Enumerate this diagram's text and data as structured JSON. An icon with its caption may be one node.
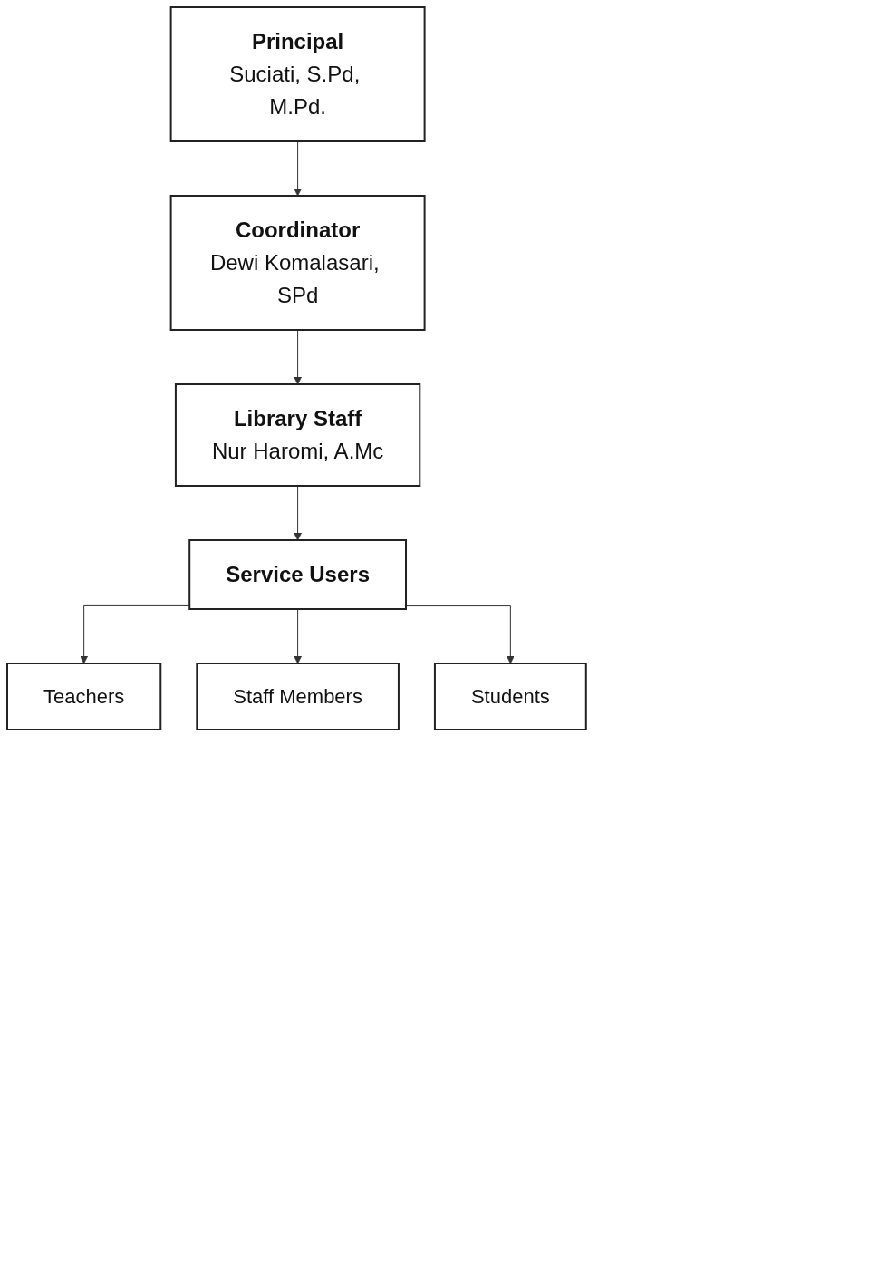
{
  "diagram": {
    "nodes": [
      {
        "text": [
          "Principal",
          "Suciati, S.Pd, M.Pd."
        ]
      },
      {
        "text": [
          "Coordinator",
          "Dewi Komalasari, SPd"
        ]
      },
      {
        "text": [
          "Library Staff",
          "Nur Haromi, A.Mc"
        ]
      },
      {
        "text": [
          "Service Users"
        ]
      },
      {
        "text": [
          "Teachers"
        ]
      },
      {
        "text": [
          "Staff Members"
        ]
      },
      {
        "text": [
          "Students"
        ]
      }
    ],
    "edges": [
      {
        "from": 0,
        "to": 1,
        "arrow": "to"
      },
      {
        "from": 1,
        "to": 2,
        "arrow": "to"
      },
      {
        "from": 2,
        "to": 3,
        "arrow": "to"
      },
      {
        "from": 3,
        "to": 4,
        "arrow": "to"
      },
      {
        "from": 3,
        "to": 5,
        "arrow": "to"
      },
      {
        "from": 3,
        "to": 6,
        "arrow": "to"
      }
    ]
  }
}
